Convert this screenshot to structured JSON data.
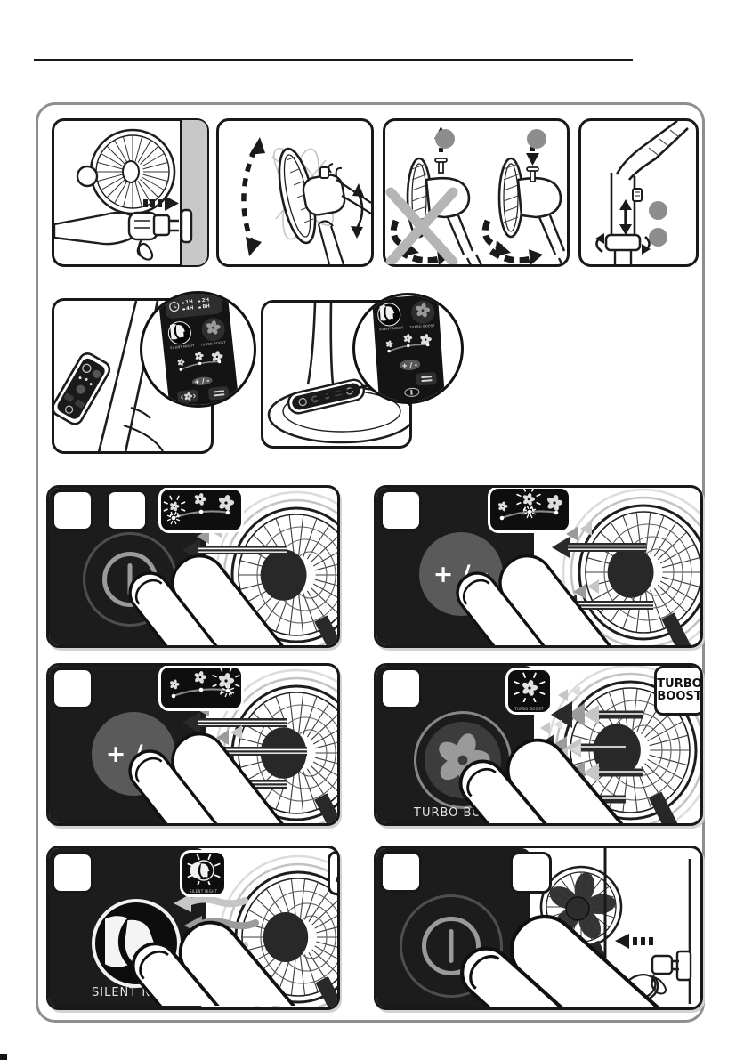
{
  "labels": {
    "silent_night": "SILENT NIGHT",
    "turbo_boost": "TURBO BOOST",
    "plus_minus": "+ / -",
    "turbo_badge": [
      "TURBO",
      "BOOST"
    ],
    "timer_options": [
      "1H",
      "2H",
      "4H",
      "8H"
    ]
  },
  "icons": {
    "power-icon": "circle-with-vertical-bar",
    "fan-icon": "five-petal-fan",
    "face-icon": "profile-shh-silent",
    "clock-icon": "clock-dial",
    "speed-scale-icon": "three-fans-on-arc",
    "oscillation-icon": "fan-with-side-arrows",
    "plug-icon": "power-plug",
    "hand-gesture-icon": "quiet-hand-flick",
    "cross-icon": "gray-x-prohibited",
    "step-box": "empty-step-number-square"
  },
  "colors": {
    "panel_black": "#1c1c1c",
    "badge_gray": "#8d8d8d",
    "wall_gray": "#c8c8c8",
    "button_gray": "#5a5a5a",
    "ring_gray": "#9a9a9a",
    "arrow_dark": "#2a2a2a",
    "arrow_mid": "#9b9b9b",
    "arrow_light": "#c6c6c6",
    "border_gray": "#8e8e8e"
  }
}
